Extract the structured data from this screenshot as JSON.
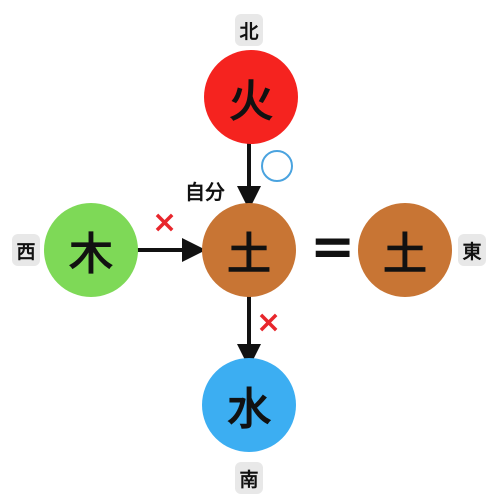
{
  "nodes": {
    "north": {
      "label": "火",
      "color": "#f5231f"
    },
    "west": {
      "label": "木",
      "color": "#7ed957"
    },
    "center": {
      "label": "土",
      "color": "#c87534"
    },
    "east": {
      "label": "土",
      "color": "#c87534"
    },
    "south": {
      "label": "水",
      "color": "#3caef2"
    }
  },
  "directions": {
    "north": "北",
    "west": "西",
    "east": "東",
    "south": "南"
  },
  "self_label": "自分",
  "relations": {
    "fire_to_earth": "○",
    "wood_to_earth": "×",
    "earth_to_water": "×",
    "equals": "="
  },
  "colors": {
    "circle_mark": "#4aa3df",
    "x_mark": "#e8262c",
    "arrow": "#111111"
  }
}
